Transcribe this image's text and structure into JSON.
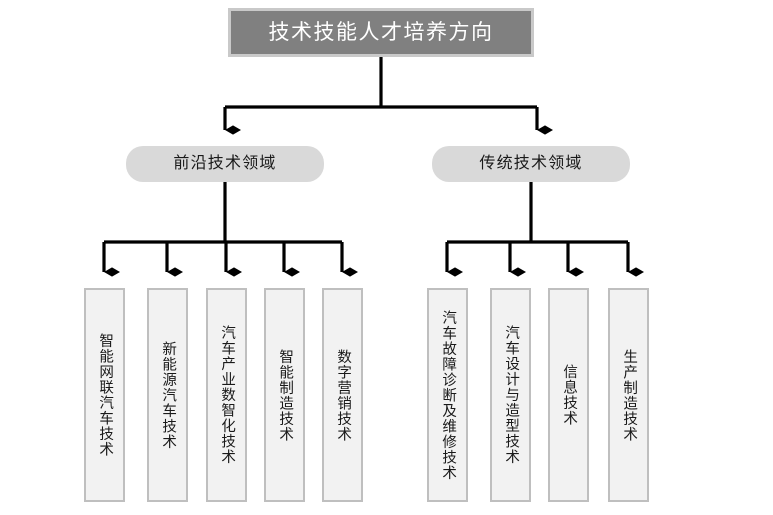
{
  "diagram": {
    "type": "organizational-tree",
    "orientation": "top-down",
    "root": {
      "id": "root",
      "label": "技术技能人才培养方向",
      "fill": "#808080",
      "border": "#c9c9c9",
      "text_color": "#ffffff"
    },
    "branches": [
      {
        "id": "branch-frontier",
        "label": "前沿技术领域",
        "fill": "#d9d9d9",
        "text_color": "#1a1a1a",
        "leaves": [
          {
            "id": "leaf-intelligent-connected-vehicle",
            "label": "智能网联汽车技术"
          },
          {
            "id": "leaf-new-energy-vehicle",
            "label": "新能源汽车技术"
          },
          {
            "id": "leaf-auto-industry-digital",
            "label": "汽车产业数智化技术"
          },
          {
            "id": "leaf-intelligent-manufacturing",
            "label": "智能制造技术"
          },
          {
            "id": "leaf-digital-marketing",
            "label": "数字营销技术"
          }
        ]
      },
      {
        "id": "branch-traditional",
        "label": "传统技术领域",
        "fill": "#d9d9d9",
        "text_color": "#1a1a1a",
        "leaves": [
          {
            "id": "leaf-fault-diagnosis-repair",
            "label": "汽车故障诊断及维修技术"
          },
          {
            "id": "leaf-vehicle-design-styling",
            "label": "汽车设计与造型技术"
          },
          {
            "id": "leaf-information-technology",
            "label": "信息技术"
          },
          {
            "id": "leaf-production-manufacturing",
            "label": "生产制造技术"
          }
        ]
      }
    ],
    "connectors": {
      "line_color": "#000000",
      "arrowhead_shape": "diamond",
      "arrowhead_color": "#000000"
    },
    "leaf_style": {
      "fill": "#f2f2f2",
      "border": "#bfbfbf",
      "text_direction": "vertical"
    }
  }
}
